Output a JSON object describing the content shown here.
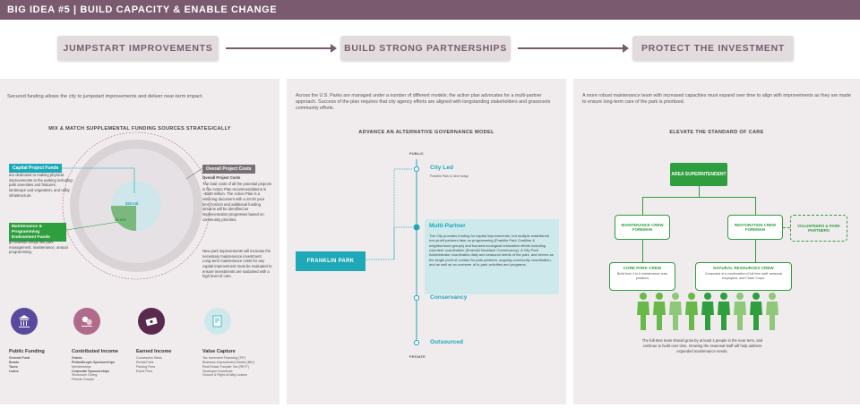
{
  "header": {
    "title": "BIG IDEA #5 | BUILD CAPACITY & ENABLE CHANGE"
  },
  "stages": [
    {
      "label": "JUMPSTART IMPROVEMENTS"
    },
    {
      "label": "BUILD STRONG PARTNERSHIPS"
    },
    {
      "label": "PROTECT THE INVESTMENT"
    }
  ],
  "col1": {
    "intro": "Secured funding allows the city to jumpstart improvements and deliver near-term impact.",
    "title": "MIX & MATCH SUPPLEMENTAL FUNDING SOURCES STRATEGICALLY",
    "capital_tag": "Capital Project Funds",
    "capital_text": "are dedicated to making physical improvements to the parking including: park amenities and features, landscape and vegetation, and utility infrastructure.",
    "maint_tag": "Maintenance & Programming Endowment Funds",
    "maint_text": "go towards things like park management, maintenance, annual programming.",
    "circle_outer_value": "$20 mil.",
    "circle_inner_value": "$5 mil.",
    "overall_tag": "Overall Project Costs",
    "overall_head": "Overall Project Costs",
    "overall_text_1": "The total costs of all the potential projects in the Action Plan recommendations is ~$130 million. The Action Plan is a visioning document with a 20-30 year time horizon and additional funding streams will be identified as implementation progresses based on community priorities.",
    "overall_text_2": "New park improvements will increase the necessary maintenance investment. Long-term maintenance costs for any capital improvement must be evaluated to ensure investments are sustained with a high level of care.",
    "sources": [
      {
        "title": "Public Funding",
        "items": [
          "General Fund",
          "Bonds",
          "Taxes",
          "Loans"
        ]
      },
      {
        "title": "Contributed Income",
        "items": [
          "Grants",
          "Philanthropic Sponsorships",
          "Memberships",
          "Corporate Sponsorships",
          "Showroom Giving",
          "Friends Groups"
        ]
      },
      {
        "title": "Earned Income",
        "items": [
          "Concession Sales",
          "Rental Fees",
          "Parking Fees",
          "Event Fees"
        ]
      },
      {
        "title": "Value Capture",
        "items": [
          "Tax Increment Financing (TIF)",
          "Business Improvement District (BID)",
          "Real Estate Transfer Tax (RETT)",
          "Developer Incentives",
          "Ground & Right-of-Way Leases"
        ]
      }
    ]
  },
  "col2": {
    "intro": "Across the U.S. Parks are managed under a number of different models; the action plan advocates for a multi-partner approach. Success of the plan requires that city agency efforts are aligned with longstanding stakeholders and grassroots community efforts.",
    "title": "ADVANCE AN ALTERNATIVE GOVERNANCE MODEL",
    "public_label": "PUBLIC",
    "private_label": "PRIVATE",
    "franklin_label": "FRANKLIN PARK",
    "city_led": "City Led",
    "city_led_sub": "Franklin Park is here today",
    "multi_partner": "Multi-Partner",
    "multi_partner_text": "The City provides funding for capital improvements, but multiple established non-profit partners take on programming (Franklin Park Coalition & neighborhood groups) and focused ecological restoration efforts including volunteer coordination (Emerald Necklace Conservancy). A City Park Administrator coordinates daily and seasonal needs of the park, and serves as the single point of contact for park partners, ongoing community coordination, and as well as an overseer of in-park activities and programs.",
    "conservancy": "Conservancy",
    "outsourced": "Outsourced"
  },
  "col3": {
    "intro": "A more robust maintenance team with increased capacities must expand over time to align with improvements as they are made to ensure long-term care of the park is priortized.",
    "title": "ELEVATE THE STANDARD OF CARE",
    "area_super": "AREA SUPERINTENDENT",
    "maint_foreman": "MAINTENANCE CREW FOREMAN",
    "resto_foreman": "RESTORATION CREW FOREMAN",
    "volunteers": "VOLUNTEERS & PARK PARTNERS",
    "core_crew": "CORE PARK CREW",
    "core_crew_sub": "Build from 4 to 6 maintenance crew positions",
    "nat_crew": "NATURAL RESOURCES CREW",
    "nat_crew_sub": "Composed of a combination of full time staff, seasonal employees, and Power Corps.",
    "note": "The full-time team should grow by at least 4 people in the near term, and continue to build over time. Growing the seasonal staff will help address expanded maintenance needs."
  }
}
